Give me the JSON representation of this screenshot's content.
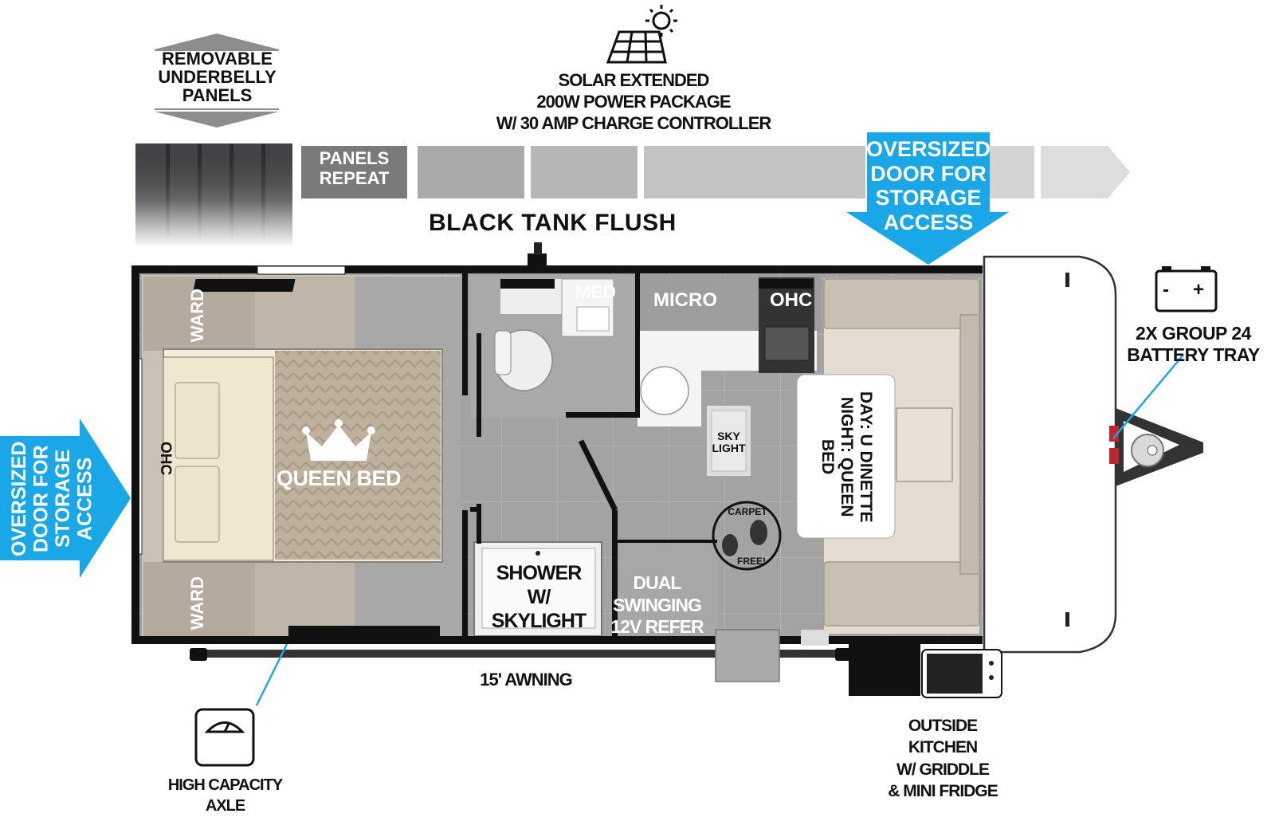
{
  "top": {
    "underbelly": "REMOVABLE UNDERBELLY PANELS",
    "panels_repeat": "PANELS REPEAT",
    "solar": [
      "SOLAR EXTENDED",
      "200W POWER PACKAGE",
      "W/ 30 AMP CHARGE CONTROLLER"
    ],
    "black_tank": "BLACK TANK FLUSH",
    "storage_right": [
      "OVERSIZED",
      "DOOR FOR",
      "STORAGE",
      "ACCESS"
    ]
  },
  "left": {
    "storage_left": [
      "OVERSIZED",
      "DOOR FOR",
      "STORAGE",
      "ACCESS"
    ]
  },
  "rooms": {
    "ward_top": "WARD",
    "ward_bottom": "WARD",
    "ohc_bed": "OHC",
    "queen_bed": "QUEEN BED",
    "med": "MED",
    "micro": "MICRO",
    "ohc_kitchen": "OHC",
    "skylight": [
      "SKY",
      "LIGHT"
    ],
    "dinette": [
      "DAY: U DINETTE",
      "NIGHT: QUEEN BED"
    ],
    "carpet_free": [
      "CARPET",
      "FREE!"
    ],
    "shower": [
      "SHOWER",
      "W/ SKYLIGHT"
    ],
    "refer": [
      "DUAL SWINGING",
      "12V REFER"
    ]
  },
  "bottom": {
    "awning": "15' AWNING",
    "axle": [
      "HIGH CAPACITY",
      "AXLE"
    ],
    "outside_kitchen": [
      "OUTSIDE KITCHEN",
      "W/ GRIDDLE",
      "& MINI FRIDGE"
    ]
  },
  "right": {
    "battery": [
      "2X GROUP 24",
      "BATTERY TRAY"
    ],
    "battery_symbols": [
      "-",
      "+"
    ]
  },
  "colors": {
    "accent_blue": "#1aa7e8",
    "floor_gray": "#9c9c9c",
    "wood": "#b3ab9f",
    "bed_tan": "#bdb09c"
  },
  "icons": [
    "solar-panel-icon",
    "sun-icon",
    "crown-icon",
    "scale-gauge-icon",
    "battery-icon",
    "footprint-icon"
  ]
}
